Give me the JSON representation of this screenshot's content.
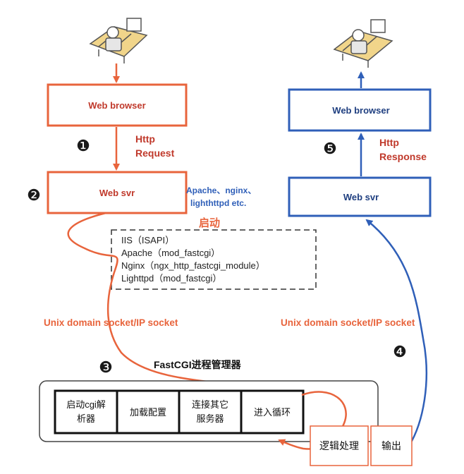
{
  "colors": {
    "orange": "#e8643c",
    "blue": "#2f5fb8",
    "dark": "#1a1a1a",
    "cell_border": "#111111"
  },
  "left": {
    "browser_label": "Web browser",
    "step1": "❶",
    "request_line1": "Http",
    "request_line2": "Request",
    "step2": "❷",
    "server_label": "Web svr",
    "server_note_line1": "Apache、nginx、",
    "server_note_line2": "lighthttpd etc.",
    "launch_label": "启动",
    "modules": [
      "IIS（ISAPI）",
      "Apache（mod_fastcgi）",
      "Nginx（ngx_http_fastcgi_module）",
      "Lighttpd（mod_fastcgi）"
    ],
    "socket_label": "Unix domain socket/IP socket"
  },
  "right": {
    "browser_label": "Web browser",
    "step5": "❺",
    "response_line1": "Http",
    "response_line2": "Response",
    "server_label": "Web svr",
    "socket_label": "Unix domain socket/IP socket",
    "step4": "❹"
  },
  "manager": {
    "step3": "❸",
    "title": "FastCGI进程管理器",
    "cells": [
      {
        "line1": "启动cgi解",
        "line2": "析器"
      },
      {
        "line1": "加载配置",
        "line2": ""
      },
      {
        "line1": "连接其它",
        "line2": "服务器"
      },
      {
        "line1": "进入循环",
        "line2": ""
      }
    ],
    "logic_label": "逻辑处理",
    "output_label": "输出"
  }
}
